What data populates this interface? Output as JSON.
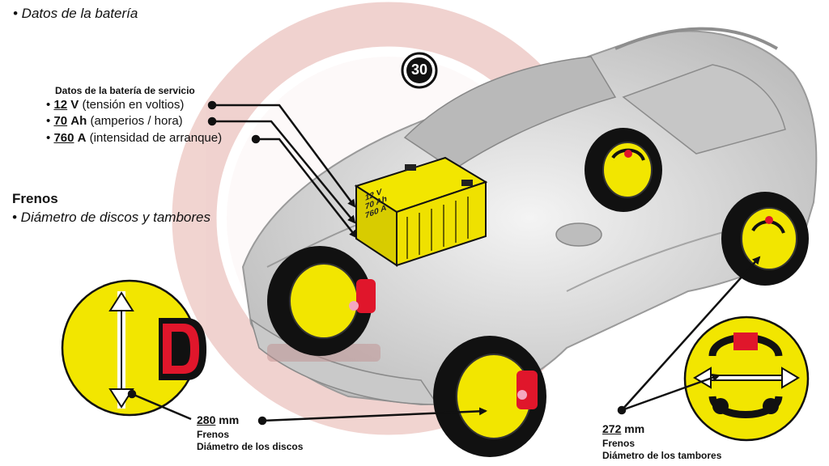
{
  "header": {
    "battery_section": "• Datos de la batería"
  },
  "badge": {
    "number": "30"
  },
  "battery": {
    "title": "Datos de la batería de servicio",
    "items": [
      {
        "bullet": "•",
        "value": "12",
        "unit": "V",
        "desc": "(tensión en voltios)"
      },
      {
        "bullet": "•",
        "value": "70",
        "unit": "Ah",
        "desc": "(amperios / hora)"
      },
      {
        "bullet": "•",
        "value": "760",
        "unit": "A",
        "desc": "(intensidad de arranque)"
      }
    ],
    "label_lines": [
      "12 V",
      "70 Ah",
      "760 A"
    ]
  },
  "brakes": {
    "title": "Frenos",
    "subtitle": "• Diámetro de discos y tambores",
    "disc": {
      "value": "280",
      "unit": "mm",
      "label1": "Frenos",
      "label2": "Diámetro de los discos"
    },
    "drum": {
      "value": "272",
      "unit": "mm",
      "label1": "Frenos",
      "label2": "Diámetro de los tambores"
    }
  },
  "colors": {
    "wheel_yellow": "#f2e600",
    "caliper_red": "#e0162b",
    "tire_black": "#111111",
    "car_gray": "#d7d7d7",
    "watermark_red": "#c0392b"
  }
}
